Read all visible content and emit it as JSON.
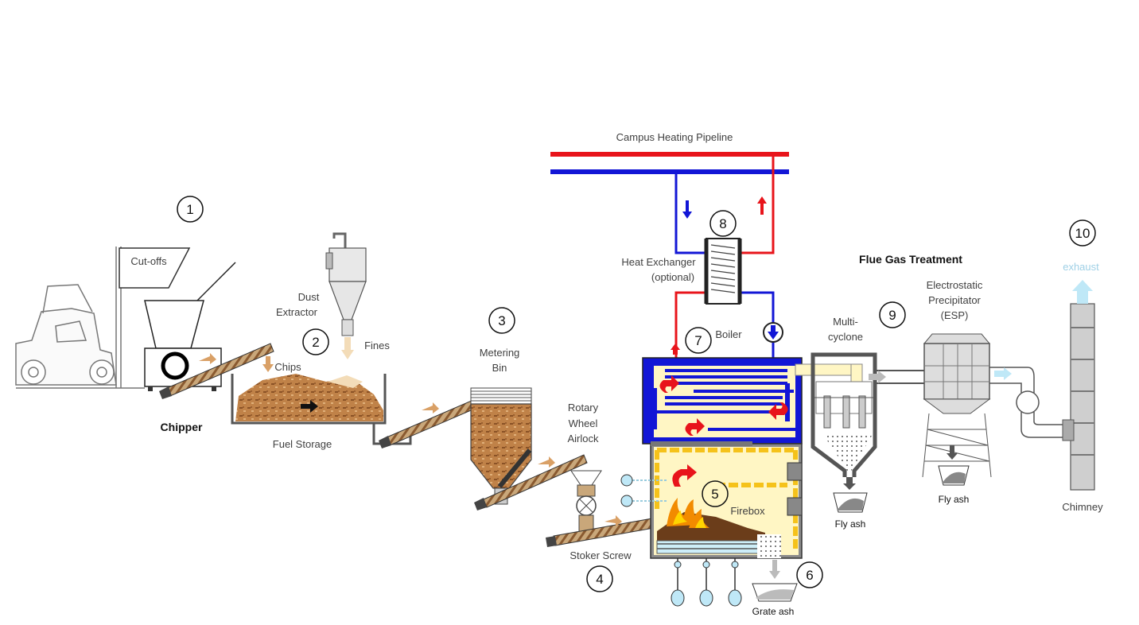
{
  "labels": {
    "cut_offs": "Cut-offs",
    "chipper": "Chipper",
    "chips": "Chips",
    "dust_extractor_1": "Dust",
    "dust_extractor_2": "Extractor",
    "fines": "Fines",
    "fuel_storage": "Fuel Storage",
    "metering_bin_1": "Metering",
    "metering_bin_2": "Bin",
    "rotary_1": "Rotary",
    "rotary_2": "Wheel",
    "rotary_3": "Airlock",
    "stoker_screw": "Stoker Screw",
    "firebox": "Firebox",
    "grate_ash": "Grate ash",
    "boiler": "Boiler",
    "heat_exchanger_1": "Heat Exchanger",
    "heat_exchanger_2": "(optional)",
    "campus_pipeline": "Campus Heating Pipeline",
    "flue_gas_treatment": "Flue Gas Treatment",
    "multicyclone_1": "Multi-",
    "multicyclone_2": "cyclone",
    "fly_ash_cyclone": "Fly ash",
    "esp_1": "Electrostatic",
    "esp_2": "Precipitator",
    "esp_3": "(ESP)",
    "fly_ash_esp": "Fly ash",
    "exhaust": "exhaust",
    "chimney": "Chimney"
  },
  "numbers": [
    "1",
    "2",
    "3",
    "4",
    "5",
    "6",
    "7",
    "8",
    "9",
    "10"
  ],
  "colors": {
    "hot_water": "#e8141b",
    "cold_water": "#1216d6",
    "firebox_fill": "#fff6c4",
    "refractory": "#f5c21a",
    "wood_chips": "#b8773f",
    "exhaust": "#bfe8f7",
    "steel": "#a6a6a6"
  }
}
